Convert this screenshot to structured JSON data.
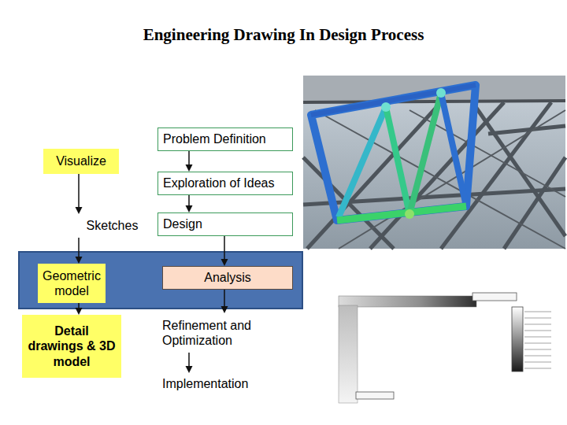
{
  "diagram": {
    "title": "Engineering Drawing In Design Process",
    "nodes": [
      {
        "text": [
          "Problem Definition"
        ]
      },
      {
        "text": [
          "Visualize"
        ]
      },
      {
        "text": [
          "Exploration of Ideas"
        ]
      },
      {
        "text": [
          "Sketches"
        ]
      },
      {
        "text": [
          "Design"
        ]
      },
      {
        "text": [
          "Geometric model"
        ]
      },
      {
        "text": [
          "Analysis"
        ]
      },
      {
        "text": [
          "Refinement and Optimization"
        ]
      },
      {
        "text": [
          "Detail drawings & 3D model"
        ]
      },
      {
        "text": [
          "Implementation"
        ]
      }
    ],
    "edges": [
      {
        "from": 0,
        "to": 2,
        "arrow": "to"
      },
      {
        "from": 2,
        "to": 4,
        "arrow": "to"
      },
      {
        "from": 4,
        "to": 6,
        "arrow": "to"
      },
      {
        "from": 6,
        "to": 7,
        "arrow": "to"
      },
      {
        "from": 7,
        "to": 9,
        "arrow": "to"
      },
      {
        "from": 1,
        "to": 3,
        "arrow": "to"
      },
      {
        "from": 3,
        "to": 5,
        "arrow": "to"
      },
      {
        "from": 5,
        "to": 8,
        "arrow": "to"
      }
    ]
  }
}
